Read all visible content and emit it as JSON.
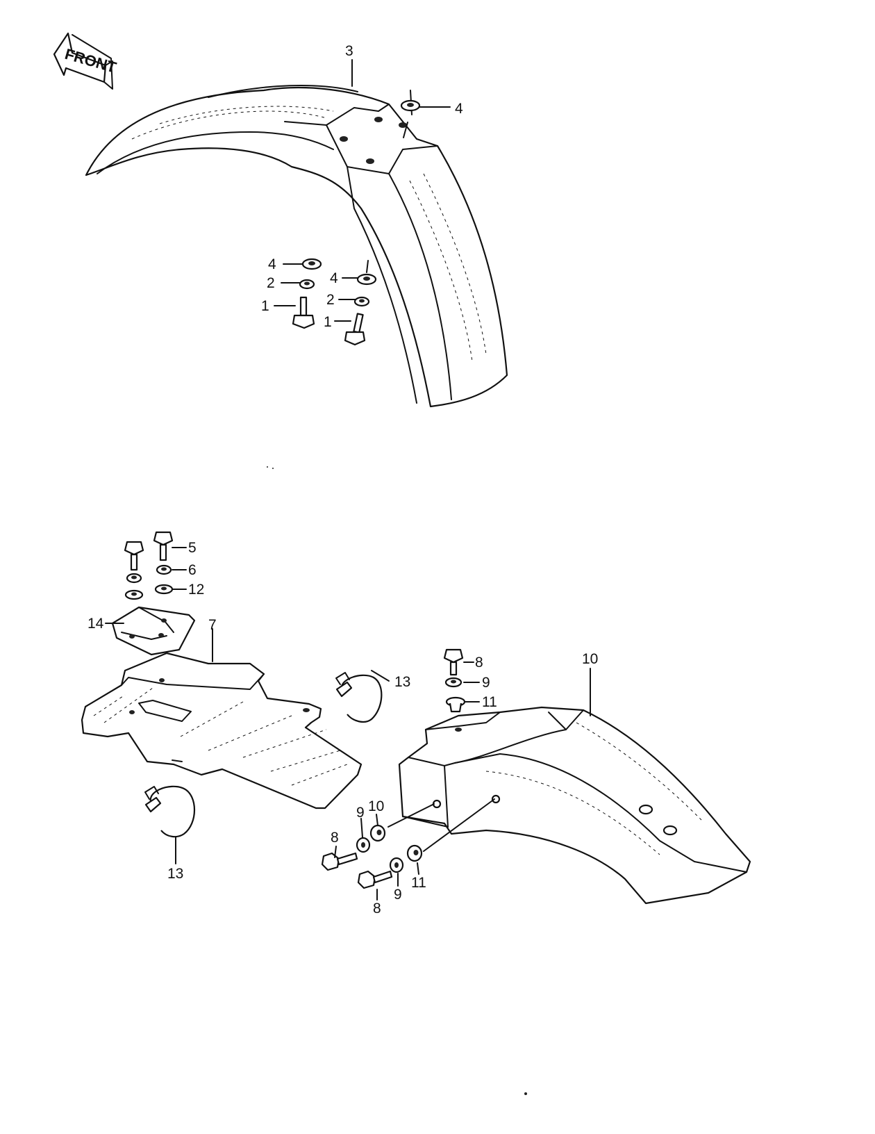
{
  "front_label": "FRONT",
  "callouts": {
    "c1a": "1",
    "c1b": "1",
    "c2a": "2",
    "c2b": "2",
    "c3": "3",
    "c4a": "4",
    "c4b": "4",
    "c4c": "4",
    "c5": "5",
    "c6": "6",
    "c7": "7",
    "c8a": "8",
    "c8b": "8",
    "c8c": "8",
    "c9a": "9",
    "c9b": "9",
    "c9c": "9",
    "c10a": "10",
    "c10b": "10",
    "c11a": "11",
    "c11b": "11",
    "c12": "12",
    "c13a": "13",
    "c13b": "13",
    "c14": "14"
  },
  "icons": {
    "front-arrow": "arrow-left",
    "bolt": "hex-bolt",
    "washer": "flat-washer",
    "lock-washer": "split-lock-washer",
    "clamp": "band-clamp"
  }
}
